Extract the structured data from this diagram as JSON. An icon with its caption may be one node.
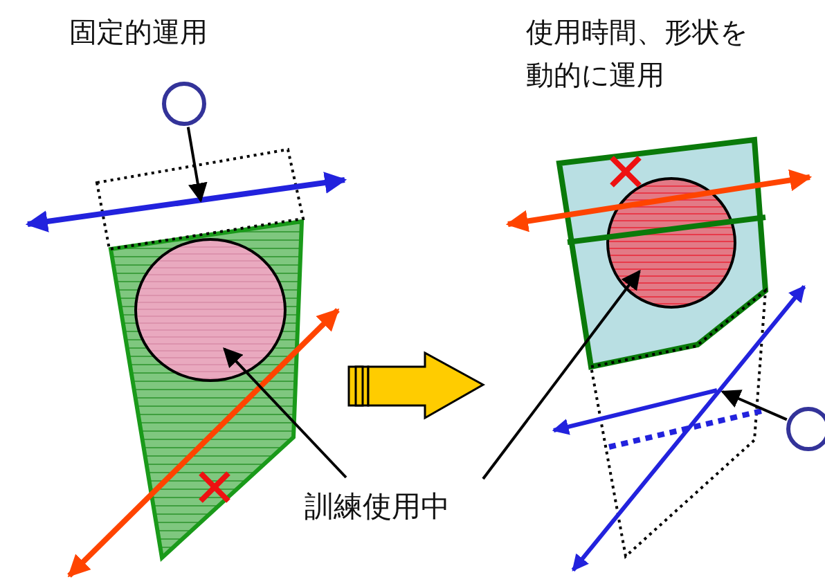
{
  "diagram": {
    "nodes": [
      {
        "text": [],
        "shape": "circle"
      },
      {
        "text": [],
        "shape": "box"
      },
      {
        "text": [],
        "shape": "circle"
      },
      {
        "text": [],
        "shape": "circle"
      },
      {
        "text": [],
        "shape": "box"
      },
      {
        "text": [],
        "shape": "circle"
      },
      {
        "text": [
          "訓練使用中"
        ]
      }
    ],
    "edges": [
      {
        "from": 0,
        "to": 1,
        "arrow": "to"
      },
      {
        "from": 6,
        "to": 2,
        "arrow": "to"
      },
      {
        "from": 6,
        "to": 3,
        "arrow": "to"
      },
      {
        "from": 5,
        "to": 4,
        "arrow": "to"
      }
    ],
    "labels": [
      "固定的運用",
      "使用時間、形状を動的に運用"
    ]
  }
}
